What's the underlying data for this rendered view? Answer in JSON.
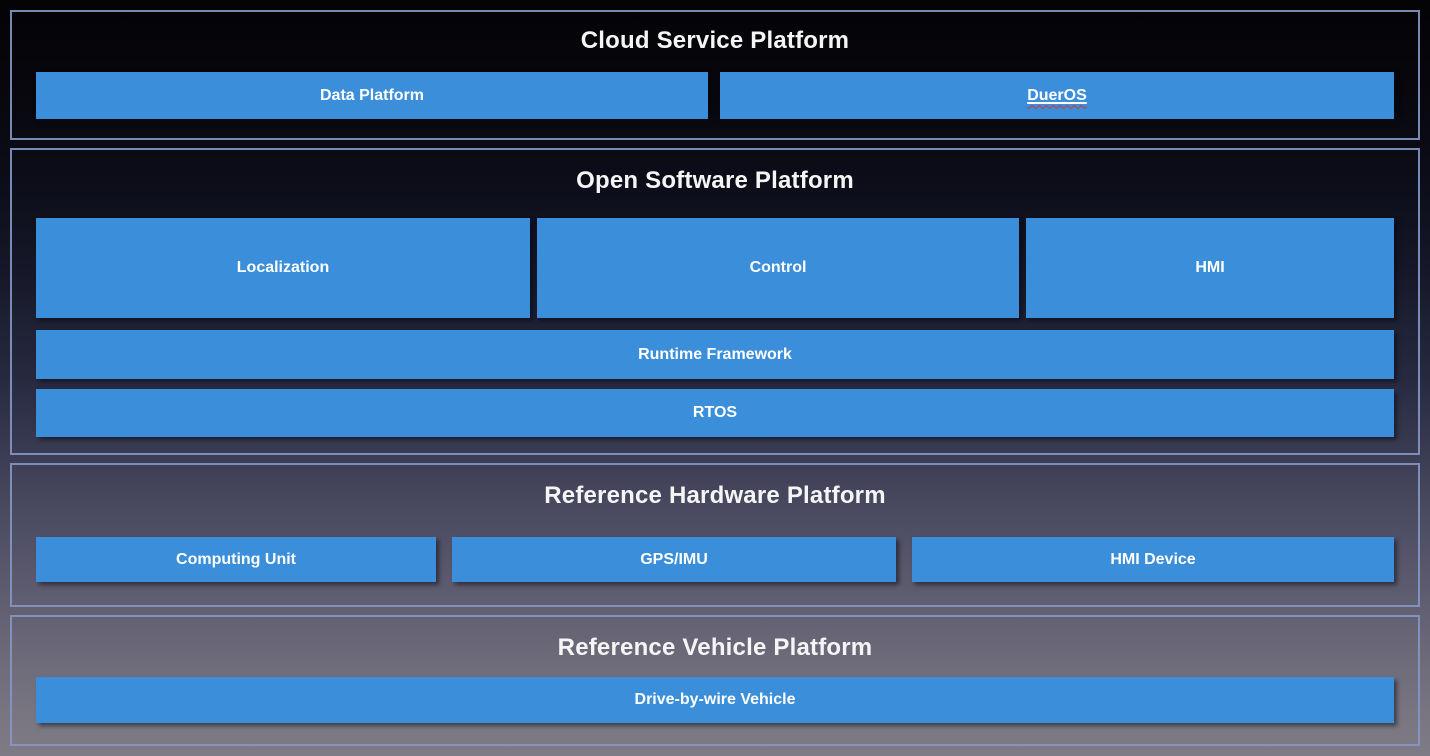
{
  "colors": {
    "box_blue": "#3a8eda",
    "section_border": "#8597c4",
    "title_text": "#f5f5f5",
    "box_text": "#ffffff",
    "background_top": "#040306",
    "background_bottom": "#7e7b87",
    "spellcheck_wavy": "#e03030"
  },
  "sections": {
    "cloud": {
      "title": "Cloud Service Platform",
      "boxes": {
        "data_platform": "Data Platform",
        "dueros": "DuerOS"
      }
    },
    "software": {
      "title": "Open Software Platform",
      "boxes": {
        "localization": "Localization",
        "control": "Control",
        "hmi": "HMI",
        "runtime_framework": "Runtime Framework",
        "rtos": "RTOS"
      }
    },
    "hardware": {
      "title": "Reference Hardware Platform",
      "boxes": {
        "computing_unit": "Computing Unit",
        "gps_imu": "GPS/IMU",
        "hmi_device": "HMI Device"
      }
    },
    "vehicle": {
      "title": "Reference Vehicle Platform",
      "boxes": {
        "drive_by_wire": "Drive-by-wire Vehicle"
      }
    }
  }
}
